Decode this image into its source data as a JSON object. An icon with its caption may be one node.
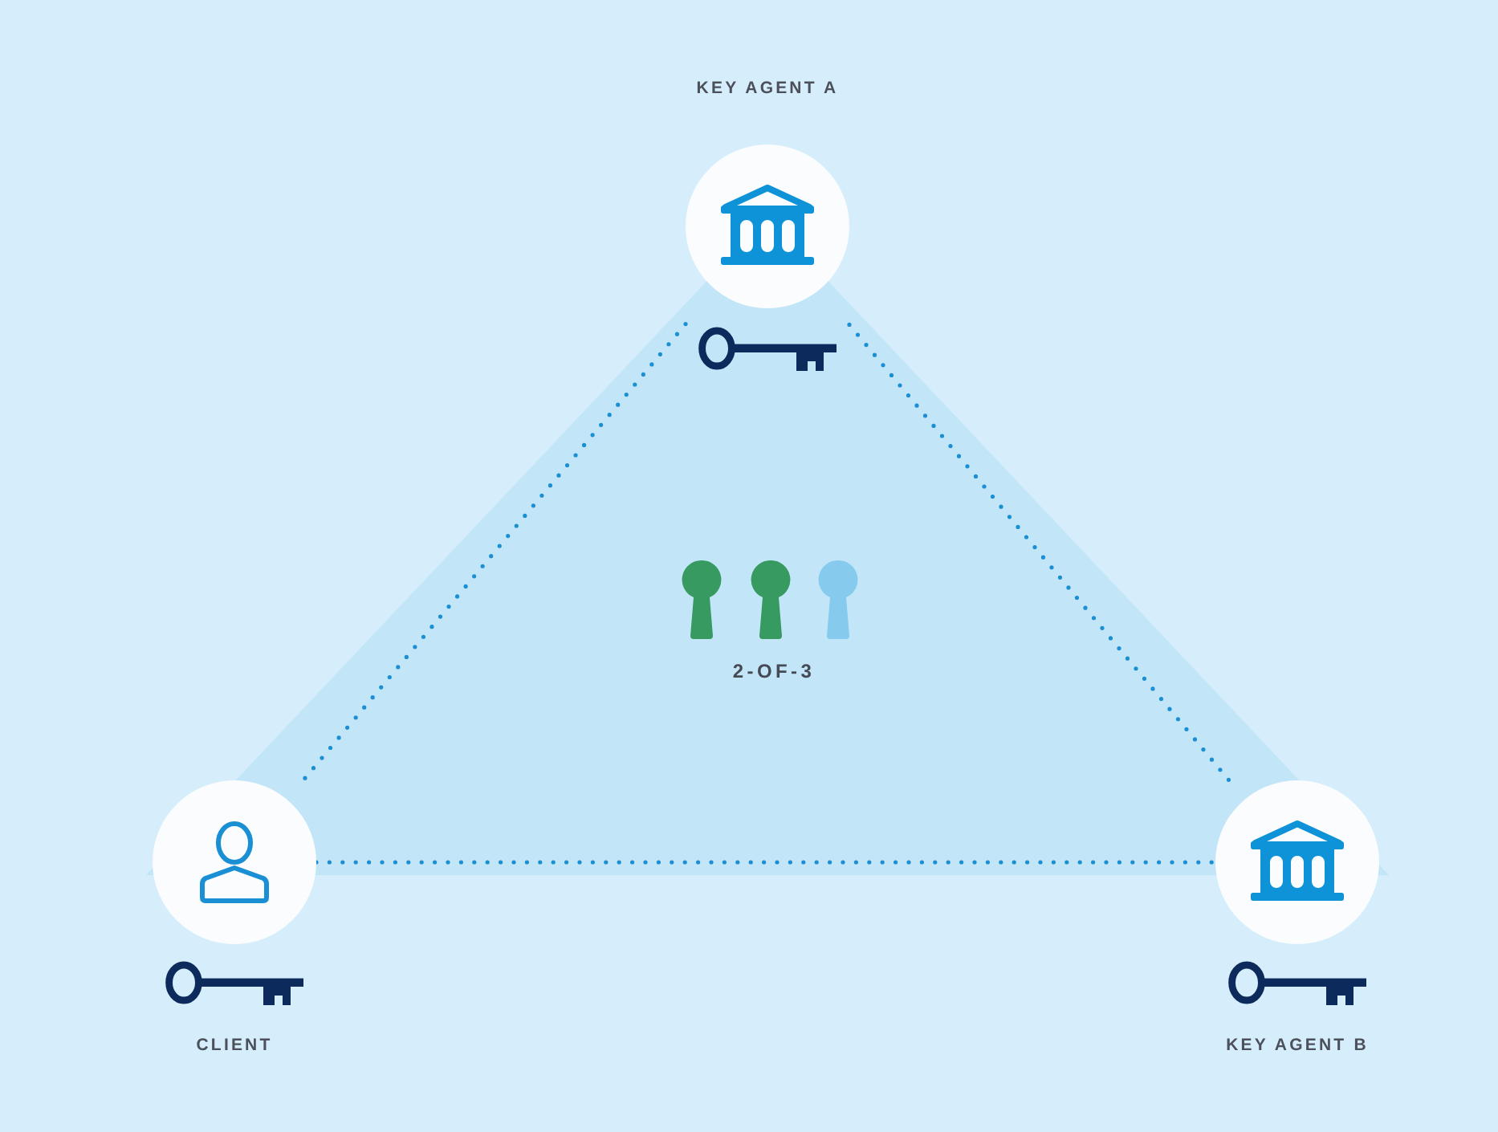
{
  "diagram": {
    "nodes": [
      {
        "text": [
          "KEY AGENT A"
        ]
      },
      {
        "text": [
          "CLIENT"
        ]
      },
      {
        "text": [
          "KEY AGENT B"
        ]
      }
    ],
    "edges": [
      {
        "from": 0,
        "to": 1,
        "arrow": "none",
        "style": "dashed"
      },
      {
        "from": 0,
        "to": 2,
        "arrow": "none",
        "style": "dashed"
      },
      {
        "from": 1,
        "to": 2,
        "arrow": "none",
        "style": "dashed"
      }
    ],
    "labels": [
      "2-OF-3"
    ]
  }
}
